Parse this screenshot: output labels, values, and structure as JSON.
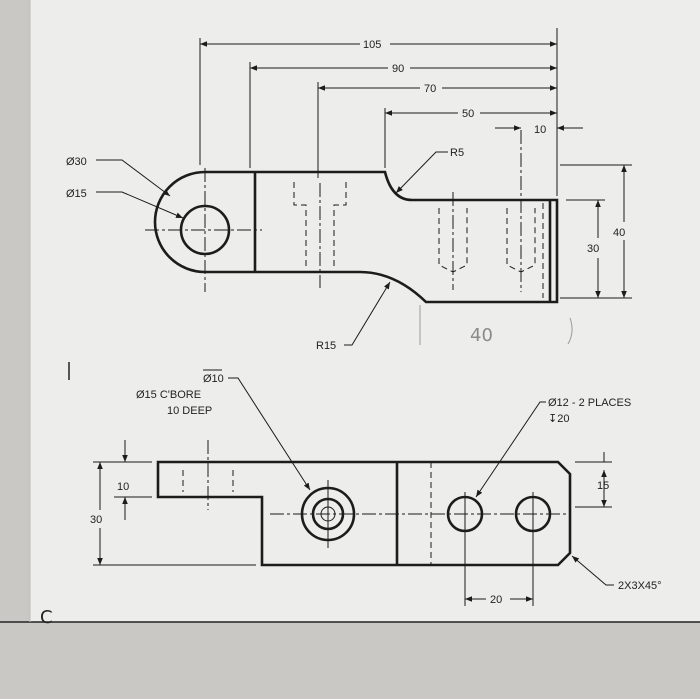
{
  "top_view": {
    "dims": {
      "d105": "105",
      "d90": "90",
      "d70": "70",
      "d50": "50",
      "d10": "10",
      "d40": "40",
      "d30": "30"
    },
    "callouts": {
      "dia30": "Ø30",
      "dia15": "Ø15",
      "r5": "R5",
      "r15": "R15"
    },
    "handwritten": "40"
  },
  "front_view": {
    "cbore": {
      "line1": "Ø10",
      "line2": "Ø15 C'BORE",
      "line3": "10 DEEP"
    },
    "holes": {
      "line1": "Ø12 - 2 PLACES",
      "line2": "↧20"
    },
    "dims": {
      "d10": "10",
      "d30": "30",
      "d15": "15",
      "d20": "20",
      "chamfer": "2X3X45°"
    }
  },
  "page_letter": "C"
}
